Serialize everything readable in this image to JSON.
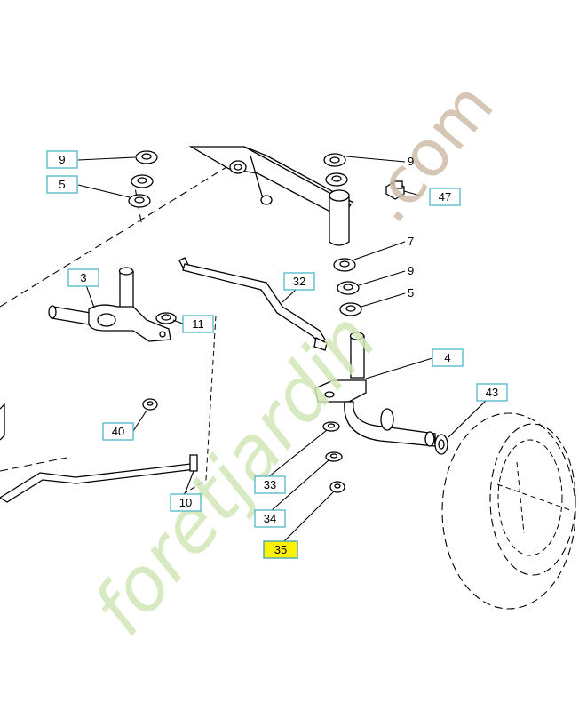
{
  "diagram": {
    "callouts": [
      {
        "id": "c9a",
        "label": "9"
      },
      {
        "id": "c5a",
        "label": "5"
      },
      {
        "id": "c3",
        "label": "3"
      },
      {
        "id": "c11",
        "label": "11"
      },
      {
        "id": "c40",
        "label": "40"
      },
      {
        "id": "c10",
        "label": "10"
      },
      {
        "id": "c32",
        "label": "32"
      },
      {
        "id": "c47",
        "label": "47"
      },
      {
        "id": "c4",
        "label": "4"
      },
      {
        "id": "c43",
        "label": "43"
      },
      {
        "id": "c33",
        "label": "33"
      },
      {
        "id": "c34",
        "label": "34"
      },
      {
        "id": "c35",
        "label": "35",
        "highlighted": true
      }
    ],
    "plain_labels": [
      {
        "id": "n9b",
        "label": "9"
      },
      {
        "id": "n7",
        "label": "7"
      },
      {
        "id": "n9c",
        "label": "9"
      },
      {
        "id": "n5b",
        "label": "5"
      }
    ],
    "highlight_color": "#fff200",
    "callout_border_color": "#4fb6c9"
  },
  "watermark": {
    "text_main": "foretjardin",
    "text_accent_letter": "j",
    "text_domain": ".com",
    "colors": {
      "main": "#d2e7b8",
      "accent": "#f6c89a",
      "domain": "#cdb9a3"
    }
  }
}
